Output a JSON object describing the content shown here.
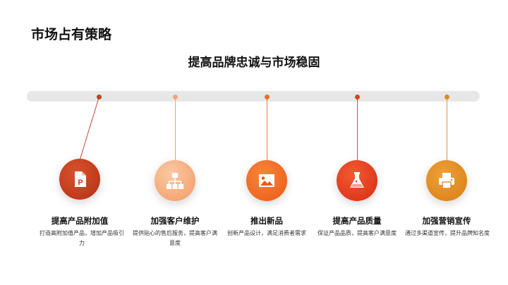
{
  "page": {
    "title": "市场占有策略",
    "subtitle": "提高品牌忠诚与市场稳固"
  },
  "items": [
    {
      "title": "提高产品附加值",
      "desc": "打造高附加值产品，增加产品吸引力",
      "icon": "document-icon",
      "color": "#c33a1a"
    },
    {
      "title": "加强客户维护",
      "desc": "提供贴心的售后服务，提高客户满意度",
      "icon": "hierarchy-icon",
      "color": "#f6a878"
    },
    {
      "title": "推出新品",
      "desc": "创新产品设计，满足消费者需求",
      "icon": "image-icon",
      "color": "#f06a22"
    },
    {
      "title": "提高产品质量",
      "desc": "保证产品品质，提高客户满意度",
      "icon": "flask-icon",
      "color": "#e53a20"
    },
    {
      "title": "加强营销宣传",
      "desc": "通过多渠道宣传，提升品牌知名度",
      "icon": "printer-icon",
      "color": "#e28a1c"
    }
  ]
}
